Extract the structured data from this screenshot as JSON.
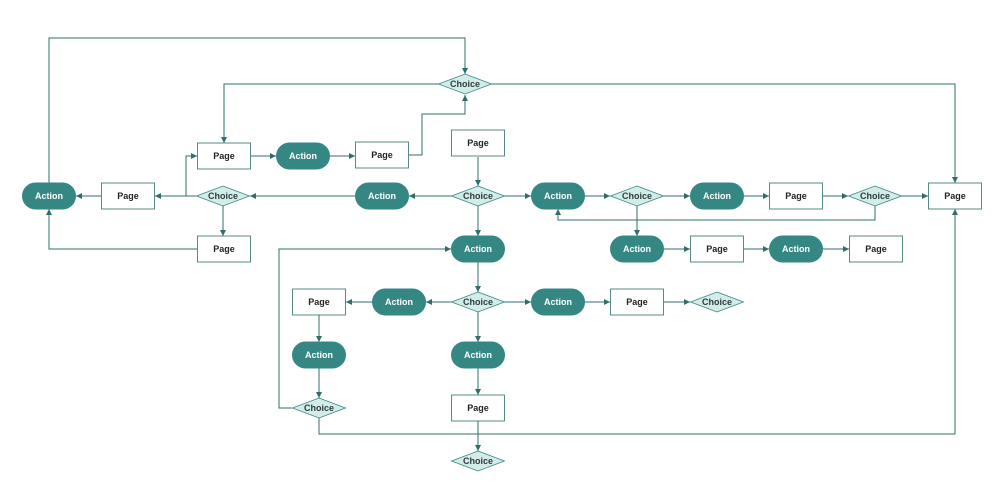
{
  "colors": {
    "action_fill": "#358783",
    "action_text": "#ffffff",
    "page_fill": "#ffffff",
    "page_stroke": "#2f6e6a",
    "page_text": "#222222",
    "choice_fill": "#d3ecea",
    "choice_stroke": "#358783",
    "choice_text": "#2a3d3d",
    "edge": "#2f6e6a"
  },
  "nodes": [
    {
      "id": "choice_top",
      "kind": "choice",
      "label": "Choice"
    },
    {
      "id": "page_top_left",
      "kind": "page",
      "label": "Page"
    },
    {
      "id": "action_top",
      "kind": "action",
      "label": "Action"
    },
    {
      "id": "page_top_mid",
      "kind": "page",
      "label": "Page"
    },
    {
      "id": "page_center_top",
      "kind": "page",
      "label": "Page"
    },
    {
      "id": "action_far_left",
      "kind": "action",
      "label": "Action"
    },
    {
      "id": "page_left",
      "kind": "page",
      "label": "Page"
    },
    {
      "id": "choice_left",
      "kind": "choice",
      "label": "Choice"
    },
    {
      "id": "action_left_mid",
      "kind": "action",
      "label": "Action"
    },
    {
      "id": "choice_center",
      "kind": "choice",
      "label": "Choice"
    },
    {
      "id": "action_right1",
      "kind": "action",
      "label": "Action"
    },
    {
      "id": "choice_right1",
      "kind": "choice",
      "label": "Choice"
    },
    {
      "id": "action_right2",
      "kind": "action",
      "label": "Action"
    },
    {
      "id": "page_right1",
      "kind": "page",
      "label": "Page"
    },
    {
      "id": "choice_right2",
      "kind": "choice",
      "label": "Choice"
    },
    {
      "id": "page_far_right",
      "kind": "page",
      "label": "Page"
    },
    {
      "id": "page_left_bottom",
      "kind": "page",
      "label": "Page"
    },
    {
      "id": "action_center2",
      "kind": "action",
      "label": "Action"
    },
    {
      "id": "action_row4a",
      "kind": "action",
      "label": "Action"
    },
    {
      "id": "page_row4a",
      "kind": "page",
      "label": "Page"
    },
    {
      "id": "action_row4b",
      "kind": "action",
      "label": "Action"
    },
    {
      "id": "page_row4b",
      "kind": "page",
      "label": "Page"
    },
    {
      "id": "page_row5_left",
      "kind": "page",
      "label": "Page"
    },
    {
      "id": "action_row5_left",
      "kind": "action",
      "label": "Action"
    },
    {
      "id": "choice_row5",
      "kind": "choice",
      "label": "Choice"
    },
    {
      "id": "action_row5_right",
      "kind": "action",
      "label": "Action"
    },
    {
      "id": "page_row5_right",
      "kind": "page",
      "label": "Page"
    },
    {
      "id": "choice_row5_far",
      "kind": "choice",
      "label": "Choice"
    },
    {
      "id": "action_row6_left",
      "kind": "action",
      "label": "Action"
    },
    {
      "id": "action_row6_center",
      "kind": "action",
      "label": "Action"
    },
    {
      "id": "choice_row7_left",
      "kind": "choice",
      "label": "Choice"
    },
    {
      "id": "page_row7_center",
      "kind": "page",
      "label": "Page"
    },
    {
      "id": "choice_bottom",
      "kind": "choice",
      "label": "Choice"
    }
  ]
}
